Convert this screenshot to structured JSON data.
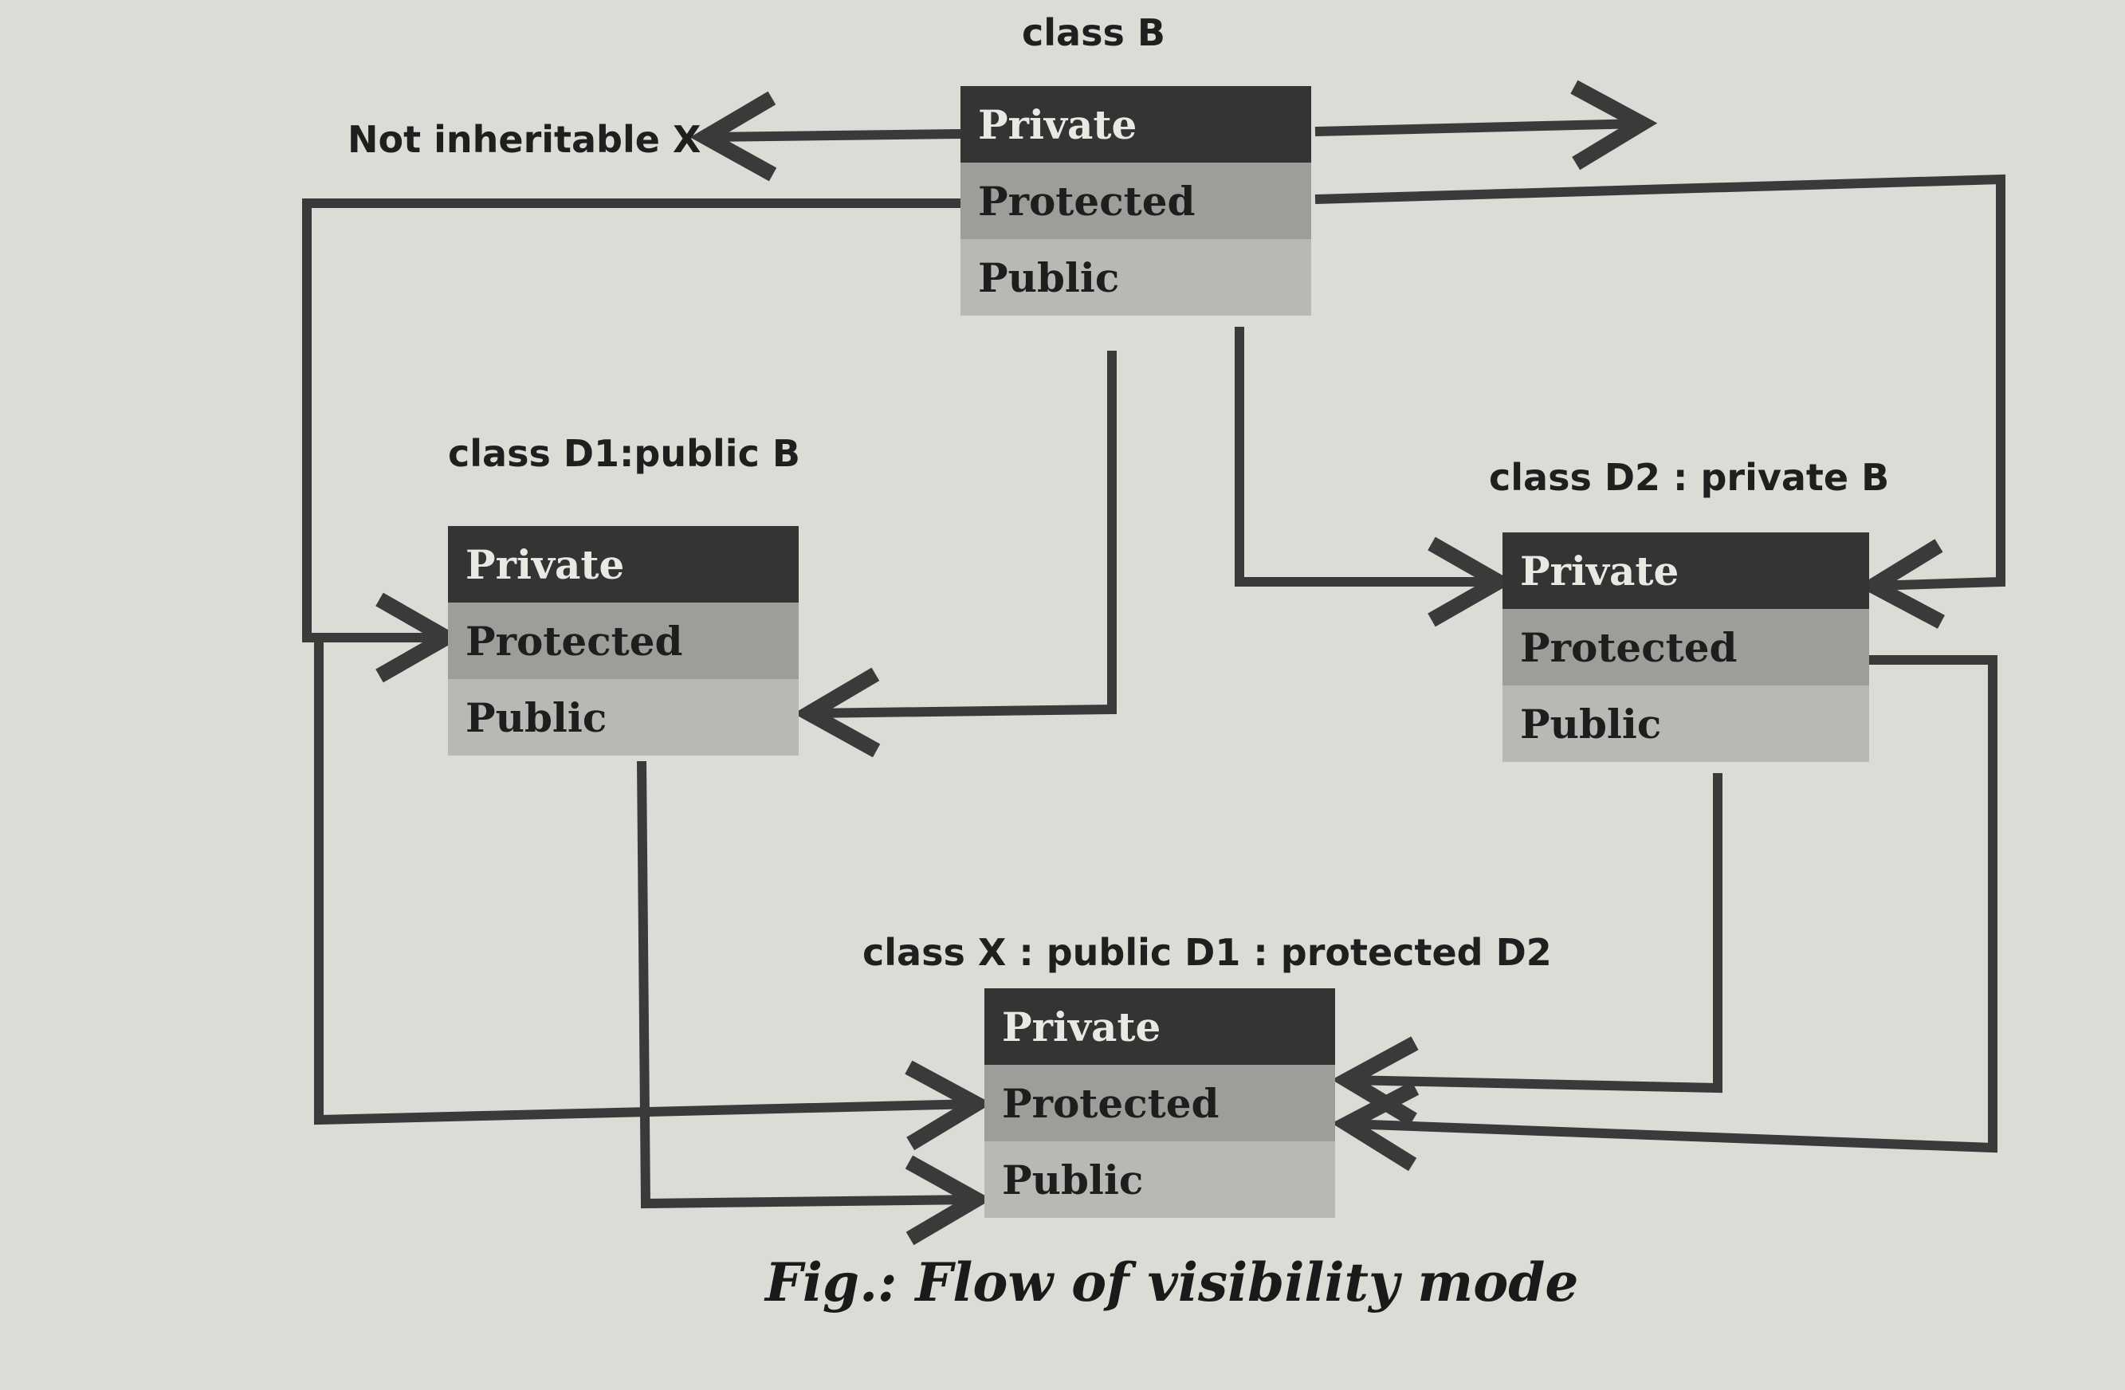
{
  "diagram": {
    "class_b": {
      "title": "class B",
      "rows": [
        "Private",
        "Protected",
        "Public"
      ]
    },
    "not_inheritable_label": "Not inheritable X",
    "class_d1": {
      "title": "class D1:public B",
      "rows": [
        "Private",
        "Protected",
        "Public"
      ]
    },
    "class_d2": {
      "title": "class D2 : private B",
      "rows": [
        "Private",
        "Protected",
        "Public"
      ]
    },
    "class_x": {
      "title": "class X : public D1 : protected D2",
      "rows": [
        "Private",
        "Protected",
        "Public"
      ]
    },
    "caption": "Fig.: Flow of visibility mode"
  }
}
